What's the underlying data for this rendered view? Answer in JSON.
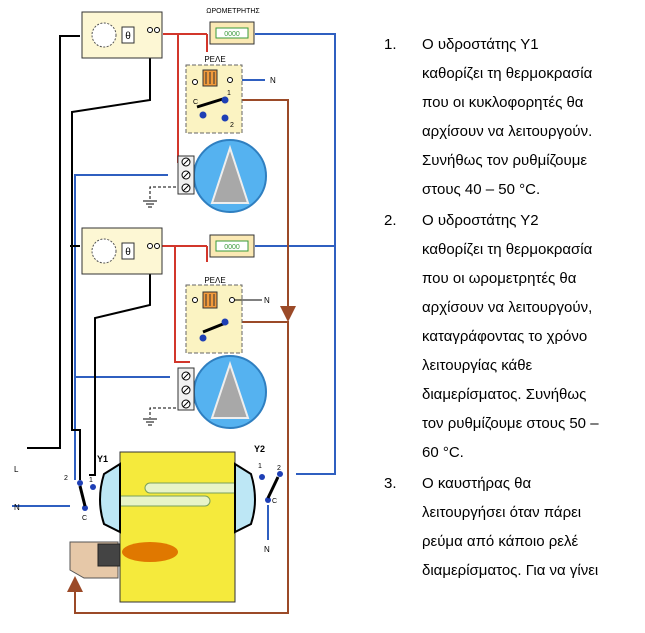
{
  "diagram": {
    "timer_meter_label": "ΩΡΟΜΕΤΡΗΤΗΣ",
    "meter_display": "0000",
    "relay_label": "ΡΕΛΕ",
    "thermostat_symbol": "θ",
    "n_label": "N",
    "l_label": "L",
    "c_label": "C",
    "contact_1": "1",
    "contact_2": "2",
    "y1_label": "Y1",
    "y2_label": "Y2"
  },
  "colors": {
    "blue_wire": "#2f5fc0",
    "red_wire": "#d2362b",
    "brown_wire": "#9b4a28",
    "black_wire": "#000000",
    "boiler": "#f5ea3c",
    "burner_flame": "#e07800",
    "pump_body": "#55b2f0",
    "relay_panel": "#fbf3c2",
    "meter_display": "#3a9a3a"
  },
  "steps": [
    {
      "num": "1.",
      "lines": [
        "Ο υδροστάτης  Υ1",
        "καθορίζει τη θερμοκρασία",
        "που οι κυκλοφορητές θα",
        "αρχίσουν να λειτουργούν.",
        "Συνήθως τον ρυθμίζουμε",
        "στους  40 – 50 °C."
      ]
    },
    {
      "num": "2.",
      "lines": [
        "Ο υδροστάτης  Υ2",
        "καθορίζει τη θερμοκρασία",
        "που οι ωρομετρητές θα",
        "αρχίσουν να λειτουργούν,",
        "καταγράφοντας το χρόνο",
        "λειτουργίας κάθε",
        "διαμερίσματος. Συνήθως",
        "τον ρυθμίζουμε στους  50 –",
        "60 °C."
      ]
    },
    {
      "num": "3.",
      "lines": [
        "Ο καυστήρας θα",
        "λειτουργήσει όταν πάρει",
        "ρεύμα από κάποιο ρελέ",
        "διαμερίσματος. Για να γίνει"
      ]
    }
  ]
}
